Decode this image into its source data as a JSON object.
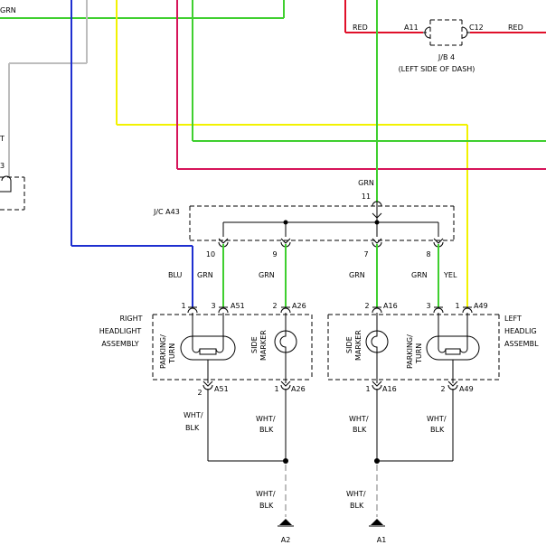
{
  "colors": {
    "grn": "#3fcf2f",
    "red": "#e0102a",
    "blu": "#1e2fd0",
    "yel": "#f2f200",
    "gray": "#bdbdbd",
    "pink": "#d6145a",
    "black": "#000000"
  },
  "top": {
    "grn_left": "GRN",
    "red_left": "RED",
    "red_right": "RED",
    "conn_left": "A11",
    "conn_right": "C12",
    "jb_name": "J/B 4",
    "jb_location": "(LEFT SIDE OF DASH)",
    "grn_feed": "GRN",
    "grn_feed_pin": "11"
  },
  "left_fragment": {
    "text_t": "T",
    "text_3": "3"
  },
  "jc": {
    "name": "J/C A43",
    "pins": [
      "10",
      "9",
      "7",
      "8"
    ]
  },
  "wire_labels": {
    "blu": "BLU",
    "grn_1": "GRN",
    "grn_2": "GRN",
    "grn_3": "GRN",
    "grn_4": "GRN",
    "yel": "YEL"
  },
  "right_assembly": {
    "name_line1": "RIGHT",
    "name_line2": "HEADLIGHT",
    "name_line3": "ASSEMBLY",
    "parking_line1": "PARKING/",
    "parking_line2": "TURN",
    "side_line1": "SIDE",
    "side_line2": "MARKER",
    "pin_1": "1",
    "pin_3": "3",
    "conn_a": "A51",
    "pin_2": "2",
    "conn_b": "A26",
    "bottom_pin_2": "2",
    "bottom_conn_a": "A51",
    "bottom_pin_1": "1",
    "bottom_conn_b": "A26"
  },
  "left_assembly": {
    "name_line1": "LEFT",
    "name_line2": "HEADLIG",
    "name_line3": "ASSEMBL",
    "parking_line1": "PARKING/",
    "parking_line2": "TURN",
    "side_line1": "SIDE",
    "side_line2": "MARKER",
    "pin_2": "2",
    "conn_a": "A16",
    "pin_3": "3",
    "pin_1": "1",
    "conn_b": "A49",
    "bottom_pin_1": "1",
    "bottom_conn_a": "A16",
    "bottom_pin_2": "2",
    "bottom_conn_b": "A49"
  },
  "ground_wires": {
    "wht": "WHT/",
    "blk": "BLK"
  },
  "grounds": {
    "a2": "A2",
    "a1": "A1"
  }
}
